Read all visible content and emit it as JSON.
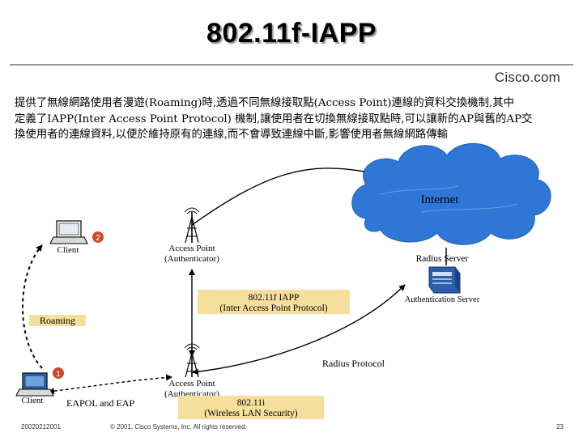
{
  "slide": {
    "title": "802.11f-IAPP",
    "brand": "Cisco.com",
    "description": "提供了無線網路使用者漫遊(Roaming)時,透過不同無線接取點(Access Point)連線的資料交換機制,其中\n定義了IAPP(Inter Access Point Protocol) 機制,讓使用者在切換無線接取點時,可以讓新的AP與舊的AP交\n換使用者的連線資料,以便於維持原有的連線,而不會導致連線中斷,影響使用者無線網路傳輸"
  },
  "diagram": {
    "internet": "Internet",
    "radius_server": "Radius Server",
    "authentication_server": "Authentication Server",
    "client_top": "Client",
    "client_bottom": "Client",
    "badge_top": "2",
    "badge_bottom": "1",
    "ap_top_line1": "Access Point",
    "ap_top_line2": "(Authenticator)",
    "ap_bottom_line1": "Access Point",
    "ap_bottom_line2": "(Authenticator)",
    "iapp_line1": "802.11f IAPP",
    "iapp_line2": "(Inter Access Point Protocol)",
    "roaming": "Roaming",
    "radius_protocol": "Radius Protocol",
    "eapol": "EAPOL and EAP",
    "wlan_line1": "802.11i",
    "wlan_line2": "(Wireless LAN Security)",
    "colors": {
      "cloud": "#2f77d6",
      "label_box": "#f6df9c",
      "badge": "#c94b2c",
      "server": "#2d5fa8"
    }
  },
  "footer": {
    "date": "20020212001",
    "copyright": "© 2001, Cisco Systems, Inc. All rights reserved.",
    "page": "23"
  }
}
